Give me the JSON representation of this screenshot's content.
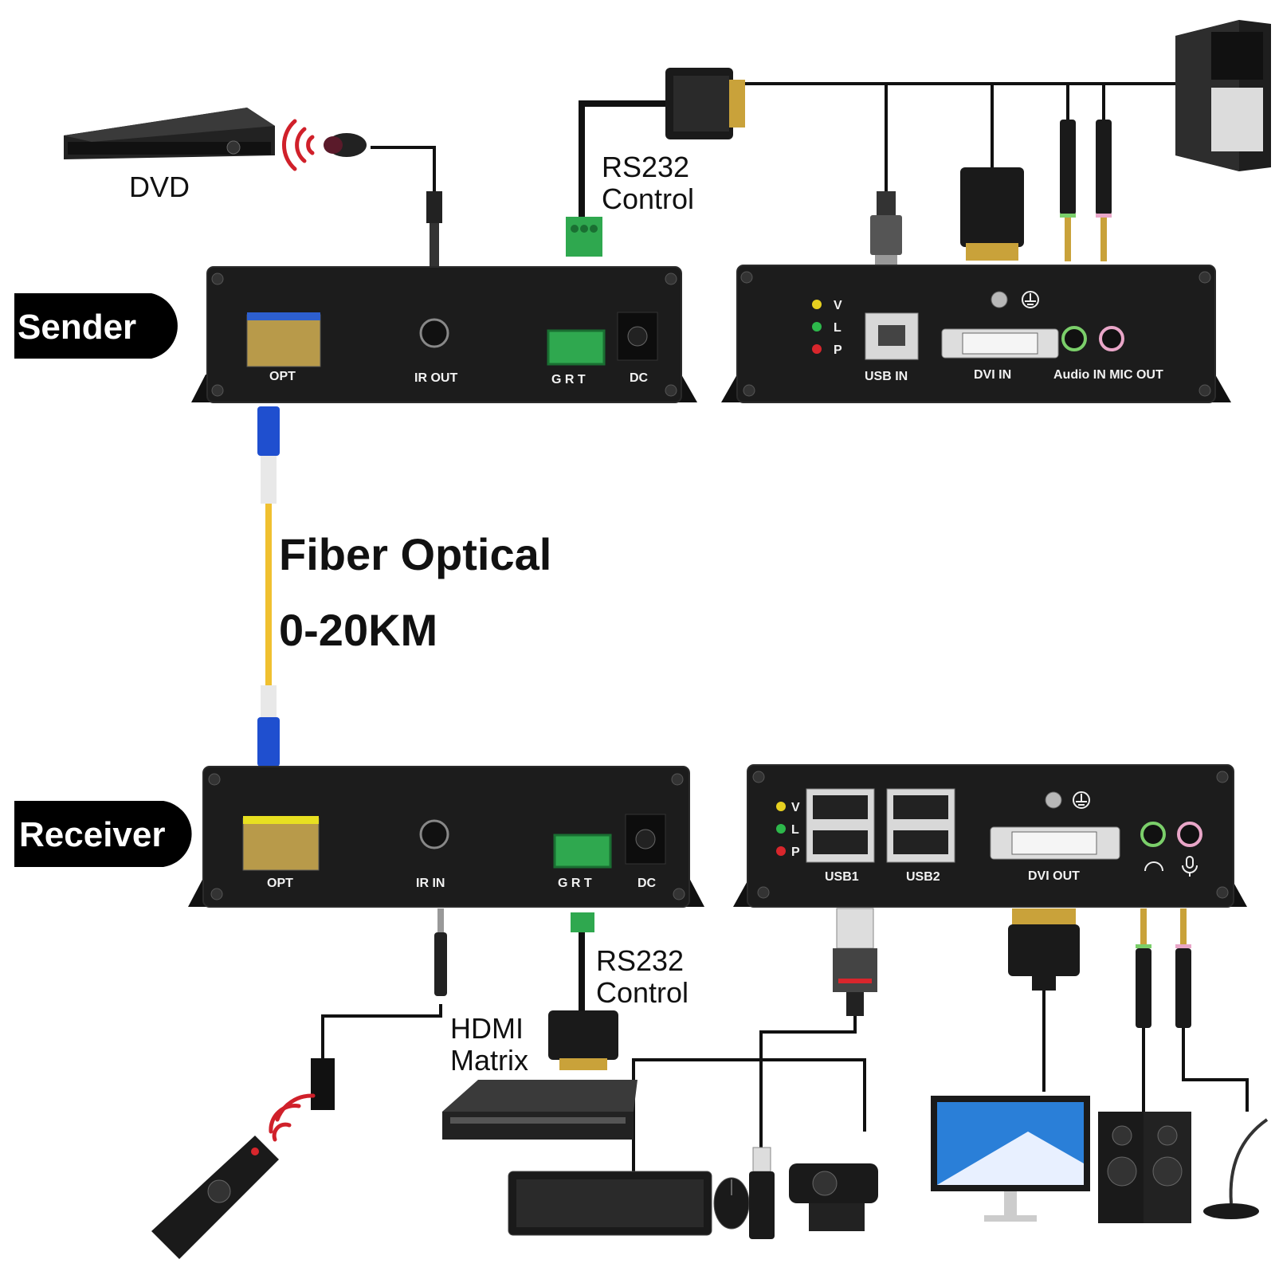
{
  "colors": {
    "device_body": "#1c1c1c",
    "terminal_green": "#2fa84f",
    "fiber_yellow": "#f0c030",
    "fiber_blue": "#1f4fcf",
    "ir_red": "#d0202a",
    "cable": "#111111",
    "led_yellow": "#e6d020",
    "led_green": "#2db84b",
    "led_red": "#d8262c"
  },
  "badges": {
    "sender": "Sender",
    "receiver": "Receiver"
  },
  "devices": {
    "dvd": "DVD",
    "hdmi_matrix": [
      "HDMI",
      "Matrix"
    ]
  },
  "rs232": [
    "RS232",
    "Control"
  ],
  "fiber": {
    "line1": "Fiber Optical",
    "line2": "0-20KM"
  },
  "sender_left_ports": {
    "opt": "OPT",
    "ir": "IR OUT",
    "grt": "G  R  T",
    "dc": "DC"
  },
  "sender_right_ports": {
    "usb": "USB  IN",
    "dvi": "DVI IN",
    "audio": "Audio IN MIC  OUT"
  },
  "receiver_left_ports": {
    "opt": "OPT",
    "ir": "IR  IN",
    "grt": "G  R  T",
    "dc": "DC"
  },
  "receiver_right_ports": {
    "usb1": "USB1",
    "usb2": "USB2",
    "dvi": "DVI OUT"
  },
  "leds": [
    "V",
    "L",
    "P"
  ],
  "icons": {
    "ir_waves": "wifi-arc-icon",
    "ground": "ground-icon",
    "headphone": "headphone-icon",
    "mic": "microphone-icon",
    "pc": "desktop-tower-icon",
    "monitor": "monitor-icon",
    "speakers": "speakers-icon",
    "remote": "remote-control-icon",
    "keyboard": "keyboard-icon",
    "mouse": "mouse-icon",
    "webcam": "webcam-icon",
    "usb_stick": "usb-stick-icon"
  }
}
